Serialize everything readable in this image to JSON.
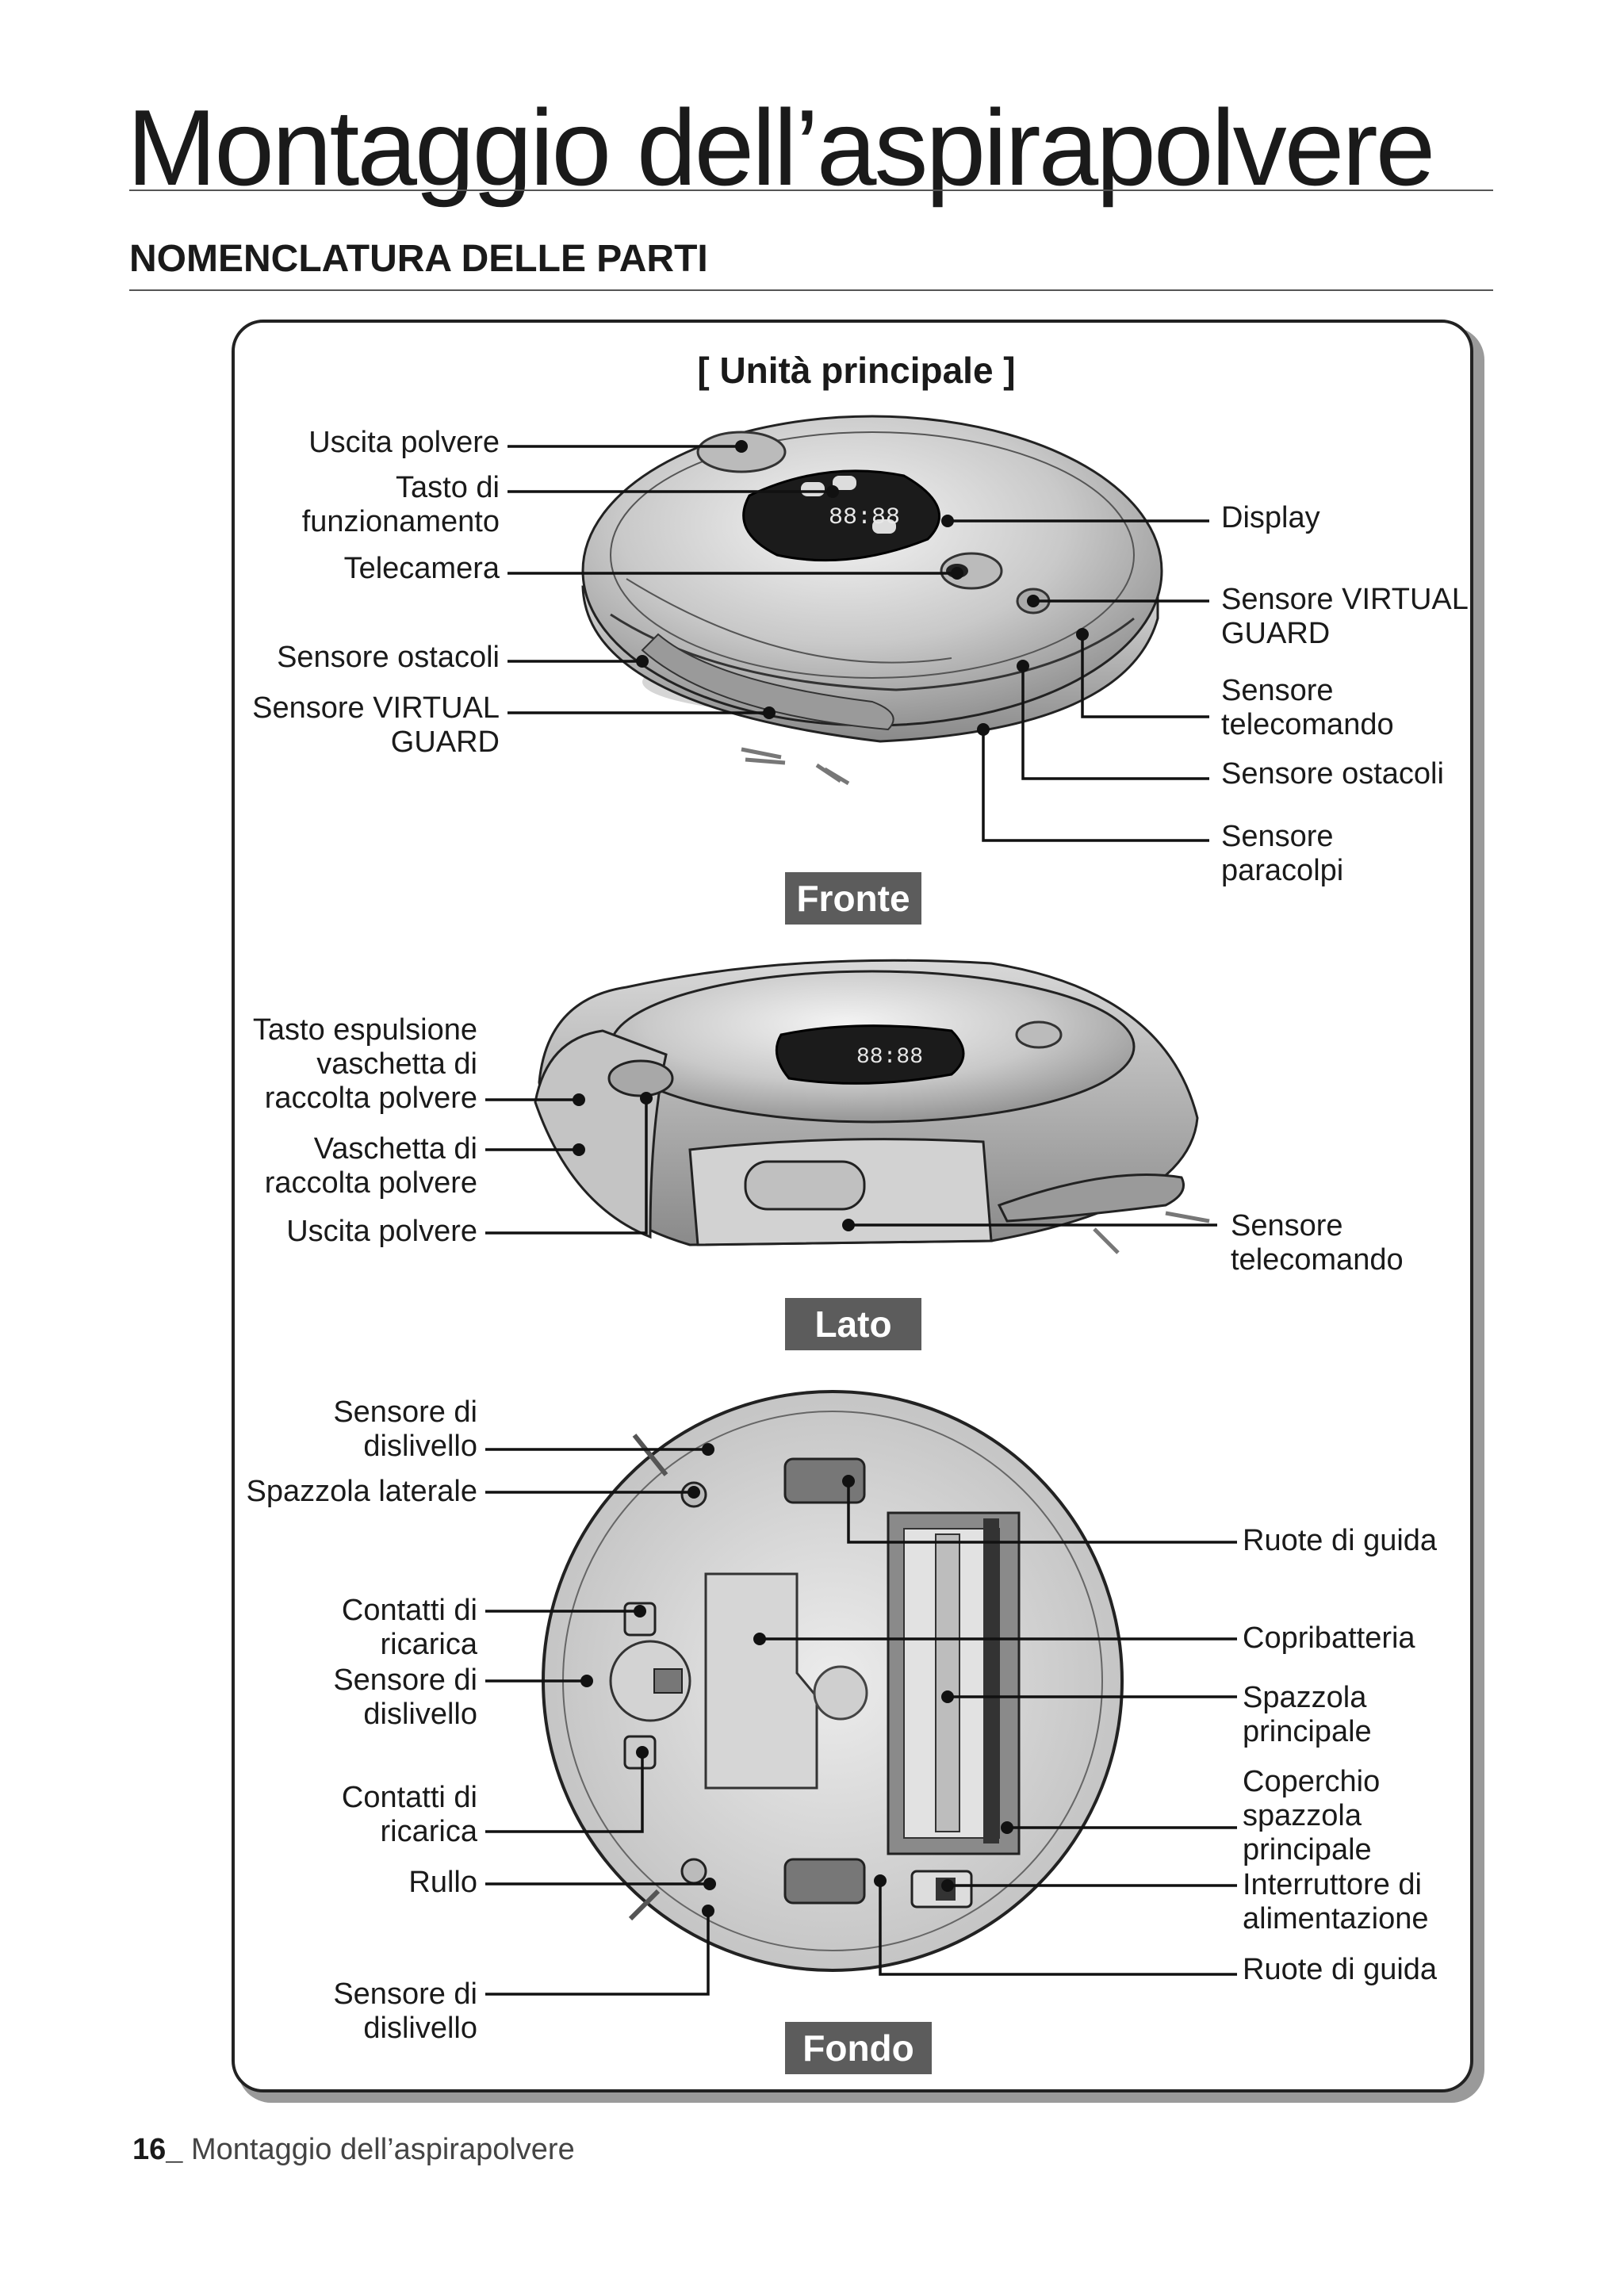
{
  "page_title": "Montaggio dell’aspirapolvere",
  "section_title": "NOMENCLATURA DELLE PARTI",
  "unit_title": "[ Unità principale ]",
  "views": {
    "front": "Fronte",
    "side": "Lato",
    "bottom": "Fondo"
  },
  "front_labels": {
    "dust_outlet": "Uscita polvere",
    "operation_button": "Tasto di\nfunzionamento",
    "camera": "Telecamera",
    "obstacle_sensor_left": "Sensore ostacoli",
    "virtual_guard_left": "Sensore VIRTUAL\nGUARD",
    "display": "Display",
    "virtual_guard_right": "Sensore VIRTUAL\nGUARD",
    "remote_sensor": "Sensore\ntelecomando",
    "obstacle_sensor_right": "Sensore ostacoli",
    "bumper_sensor": "Sensore\nparacolpi"
  },
  "side_labels": {
    "bin_eject_button": "Tasto espulsione\nvaschetta di\nraccolta polvere",
    "dust_bin": "Vaschetta di\nraccolta polvere",
    "dust_outlet": "Uscita polvere",
    "remote_sensor": "Sensore\ntelecomando"
  },
  "bottom_labels": {
    "cliff_sensor_top": "Sensore di\ndislivello",
    "side_brush": "Spazzola laterale",
    "charge_contacts_top": "Contatti di\nricarica",
    "cliff_sensor_mid": "Sensore di\ndislivello",
    "charge_contacts_bottom": "Contatti di\nricarica",
    "roller": "Rullo",
    "cliff_sensor_bottom": "Sensore di\ndislivello",
    "guide_wheels_top": "Ruote di guida",
    "battery_cover": "Copribatteria",
    "main_brush": "Spazzola\nprincipale",
    "main_brush_cover": "Coperchio\nspazzola\nprincipale",
    "power_switch": "Interruttore di\nalimentazione",
    "guide_wheels_bottom": "Ruote di guida"
  },
  "display_text": "88:88",
  "footer": {
    "page_number": "16_",
    "text": " Montaggio dell’aspirapolvere"
  }
}
